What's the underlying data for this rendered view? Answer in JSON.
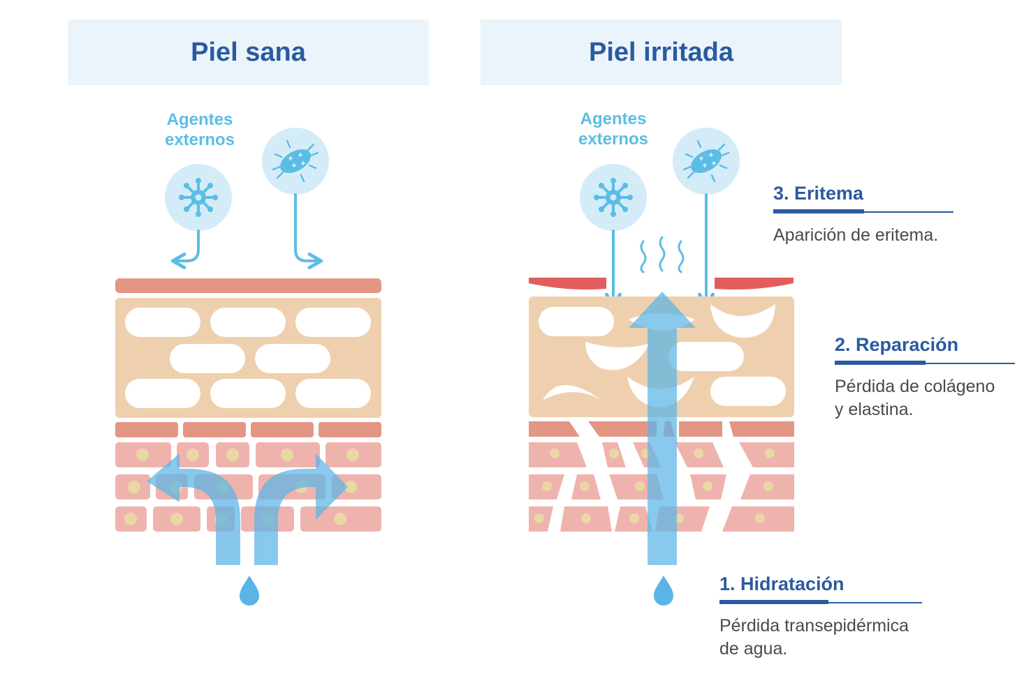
{
  "panels": {
    "healthy": {
      "title": "Piel sana",
      "agents_line1": "Agentes",
      "agents_line2": "externos"
    },
    "irritated": {
      "title": "Piel irritada",
      "agents_line1": "Agentes",
      "agents_line2": "externos"
    }
  },
  "sections": {
    "eritema": {
      "title": "3. Eritema",
      "desc_line1": "Aparición de eritema.",
      "desc_line2": ""
    },
    "reparacion": {
      "title": "2. Reparación",
      "desc_line1": "Pérdida de colágeno",
      "desc_line2": "y elastina."
    },
    "hidratacion": {
      "title": "1. Hidratación",
      "desc_line1": "Pérdida transepidérmica",
      "desc_line2": "de agua."
    }
  },
  "icons": {
    "virus": "virus-icon",
    "bacteria": "bacteria-icon",
    "water_drop": "water-drop-icon",
    "heat_waves": "heat-waves-icon"
  },
  "colors": {
    "title_blue": "#2b5aa0",
    "accent_light_blue": "#5bbde6",
    "header_bg": "#eaf4fa",
    "icon_circle": "#d4ecf7",
    "epidermis_top": "#e49684",
    "dermis": "#efd0ae",
    "cell_pink": "#efb3ad",
    "nucleus": "#ead7a5",
    "erythema_red": "#e25d5d",
    "water_flow": "#5ab4e6"
  }
}
